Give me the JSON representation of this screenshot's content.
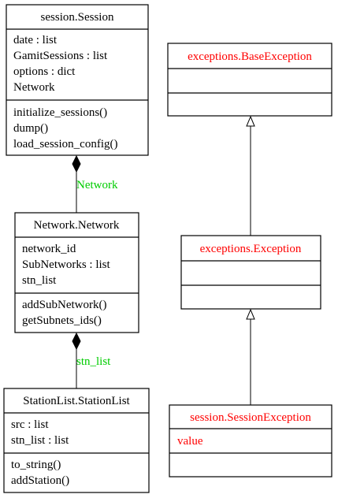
{
  "colors": {
    "border": "#000000",
    "text": "#000000",
    "exception_text": "#ff0000",
    "edge_label": "#00cc00",
    "background": "#ffffff"
  },
  "classes": {
    "session": {
      "name": "session.Session",
      "attributes": [
        "date : list",
        "GamitSessions : list",
        "options : dict",
        "Network"
      ],
      "methods": [
        "initialize_sessions()",
        "dump()",
        "load_session_config()"
      ]
    },
    "network": {
      "name": "Network.Network",
      "attributes": [
        "network_id",
        "SubNetworks : list",
        "stn_list"
      ],
      "methods": [
        "addSubNetwork()",
        "getSubnets_ids()"
      ]
    },
    "stationlist": {
      "name": "StationList.StationList",
      "attributes": [
        "src : list",
        "stn_list : list"
      ],
      "methods": [
        "to_string()",
        "addStation()"
      ]
    },
    "base_exception": {
      "name": "exceptions.BaseException",
      "attributes": [],
      "methods": []
    },
    "exception": {
      "name": "exceptions.Exception",
      "attributes": [],
      "methods": []
    },
    "session_exception": {
      "name": "session.SessionException",
      "attributes": [
        "value"
      ],
      "methods": []
    }
  },
  "relations": {
    "session_network_label": "Network",
    "network_stationlist_label": "stn_list"
  }
}
